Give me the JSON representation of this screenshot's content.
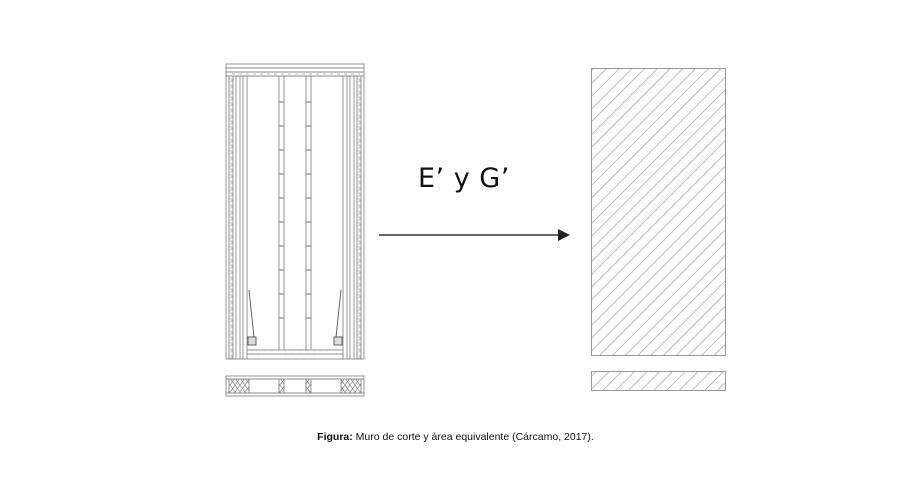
{
  "diagram": {
    "left_panel": {
      "title": "Muro de corte",
      "elements": [
        "wall-elevation",
        "wall-plan-section"
      ]
    },
    "arrow_label": "E’ y G’",
    "right_panel": {
      "title": "Área equivalente",
      "elements": [
        "hatched-equivalent-elevation",
        "hatched-equivalent-plan"
      ]
    },
    "colors": {
      "line": "#8a8a8a",
      "dark_line": "#333333",
      "text": "#111111"
    }
  },
  "caption": {
    "prefix": "Figura:",
    "text": " Muro de corte y área equivalente (Cárcamo, 2017)."
  }
}
